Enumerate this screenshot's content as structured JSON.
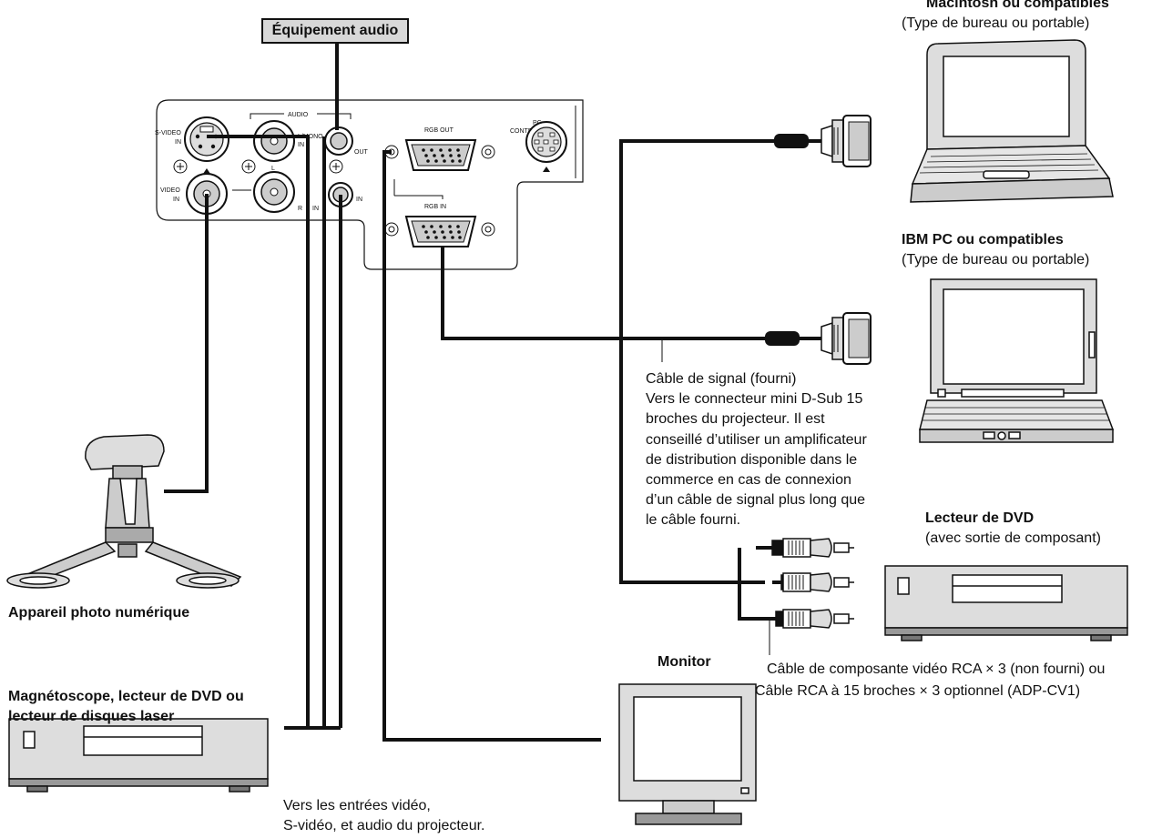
{
  "audio_equipment": "Équipement audio",
  "mac": {
    "title": "Macintosh ou compatibles",
    "sub": "(Type de bureau ou portable)"
  },
  "ibm": {
    "title": "IBM PC ou compatibles",
    "sub": "(Type de bureau ou portable)"
  },
  "signal_cable": {
    "lines": [
      "Câble de signal (fourni)",
      "Vers le connecteur mini D-Sub 15",
      "broches du projecteur. Il est",
      "conseillé d’utiliser un amplificateur",
      "de distribution disponible dans le",
      "commerce en cas de connexion",
      "d’un câble de signal plus long que",
      "le câble fourni."
    ]
  },
  "dvd": {
    "title": "Lecteur de DVD",
    "sub": "(avec sortie de composant)"
  },
  "camera": "Appareil photo numérique",
  "monitor": "Monitor",
  "component_cable": {
    "line1": "Câble de composante vidéo RCA × 3 (non fourni) ou",
    "line2": "Câble RCA à 15 broches × 3 optionnel (ADP-CV1)"
  },
  "vcr": {
    "line1": "Magnétoscope, lecteur de DVD ou",
    "line2": "lecteur de disques laser"
  },
  "video_inputs": {
    "line1": "Vers les entrées vidéo,",
    "line2": "S-vidéo, et audio du projecteur."
  },
  "panel": {
    "audio": "AUDIO",
    "svideo_in": "S-VIDEO",
    "svideo_in2": "IN",
    "lmono": "L/MONO",
    "lmono2": "IN",
    "out": "OUT",
    "rgb_out": "RGB  OUT",
    "pc_control": "PC",
    "pc_control2": "CONTROL",
    "video_in": "VIDEO",
    "video_in2": "IN",
    "l": "L",
    "r": "R",
    "in": "IN",
    "in2": "IN",
    "rgb_in": "RGB  IN"
  }
}
